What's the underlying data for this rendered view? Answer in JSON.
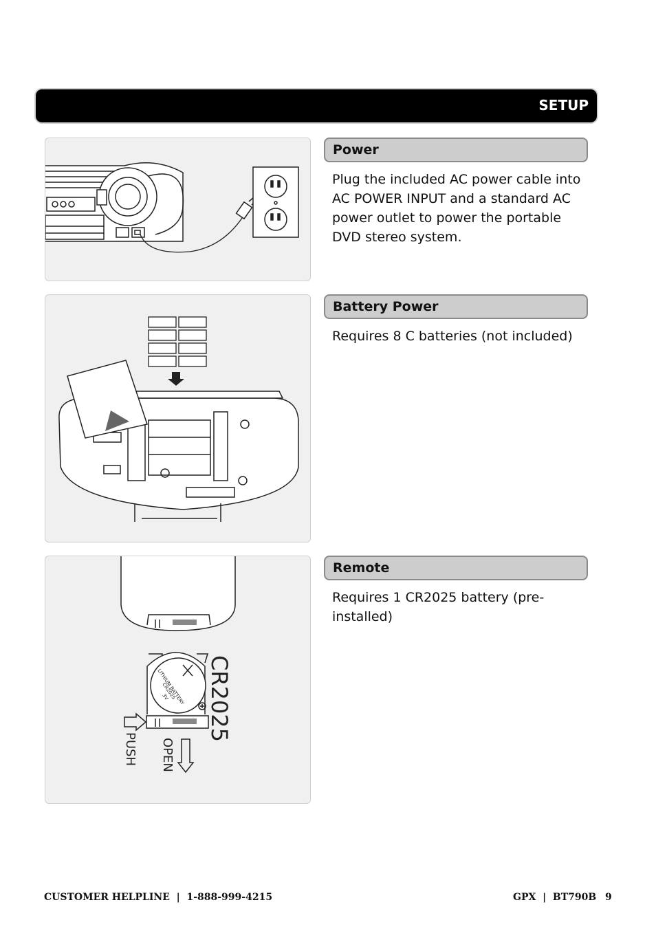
{
  "header": {
    "title": "SETUP"
  },
  "sections": [
    {
      "heading": "Power",
      "text": "Plug the included AC power cable into AC POWER INPUT and a standard AC power outlet to power the portable DVD stereo system."
    },
    {
      "heading": "Battery Power",
      "text": "Requires 8 C batteries (not included)"
    },
    {
      "heading": "Remote",
      "text": "Requires 1 CR2025 battery (pre-installed)"
    }
  ],
  "illustrations": {
    "remote": {
      "battery_model": "CR2025",
      "battery_label": "LITHIUM BATTERY",
      "battery_sub": "CR2025",
      "battery_volt": "3V",
      "push_label": "PUSH",
      "open_label": "OPEN"
    }
  },
  "footer": {
    "left": "CUSTOMER HELPLINE  |  1-888-999-4215",
    "right": "GPX  |  BT790B",
    "page_number": "9"
  }
}
